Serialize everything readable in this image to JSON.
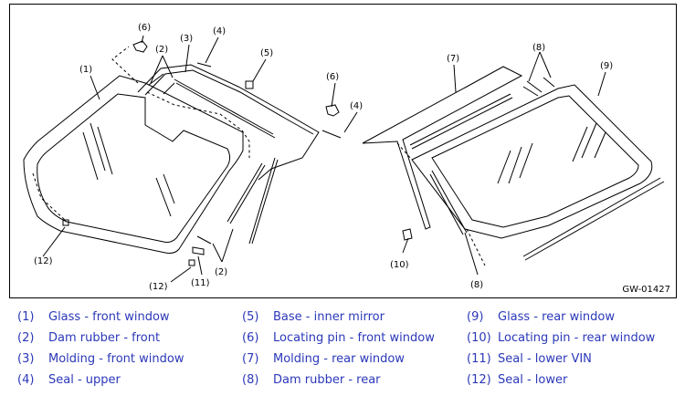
{
  "diagram": {
    "code": "GW-01427",
    "callouts": {
      "c6a": "(6)",
      "c2a": "(2)",
      "c3": "(3)",
      "c4a": "(4)",
      "c1": "(1)",
      "c5": "(5)",
      "c6b": "(6)",
      "c4b": "(4)",
      "c12a": "(12)",
      "c2b": "(2)",
      "c12b": "(12)",
      "c11": "(11)",
      "c7": "(7)",
      "c8a": "(8)",
      "c9": "(9)",
      "c10": "(10)",
      "c8b": "(8)"
    }
  },
  "legend": [
    {
      "num": "(1)",
      "label": "Glass - front window"
    },
    {
      "num": "(2)",
      "label": "Dam rubber - front"
    },
    {
      "num": "(3)",
      "label": "Molding - front window"
    },
    {
      "num": "(4)",
      "label": "Seal - upper"
    },
    {
      "num": "(5)",
      "label": "Base - inner mirror"
    },
    {
      "num": "(6)",
      "label": "Locating pin - front window"
    },
    {
      "num": "(7)",
      "label": "Molding - rear window"
    },
    {
      "num": "(8)",
      "label": "Dam rubber - rear"
    },
    {
      "num": "(9)",
      "label": "Glass - rear window"
    },
    {
      "num": "(10)",
      "label": "Locating pin - rear window"
    },
    {
      "num": "(11)",
      "label": "Seal - lower VIN"
    },
    {
      "num": "(12)",
      "label": "Seal - lower"
    }
  ]
}
